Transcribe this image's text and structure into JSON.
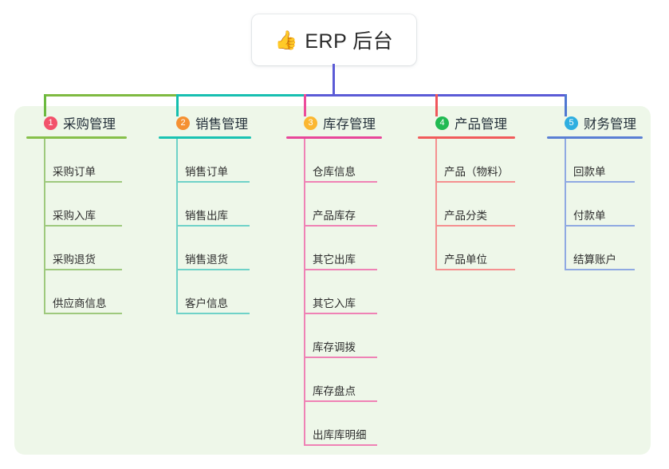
{
  "root": {
    "icon": "thumbs-up-icon",
    "icon_glyph": "👍",
    "title": "ERP 后台"
  },
  "theme": {
    "panel_bg": "#eef7e9",
    "page_bg": "#ffffff",
    "root_stem": "#5b5bd6",
    "trunk_left": "#7fba41",
    "trunk_mid": "#17bfb0",
    "trunk_right": "#5b5bd6"
  },
  "columns": [
    {
      "index": "1",
      "title": "采购管理",
      "badge_color": "#f2526b",
      "line_color": "#86c04a",
      "rule_color": "#9ec97d",
      "drop_color": "#6cba3f",
      "items": [
        "采购订单",
        "采购入库",
        "采购退货",
        "供应商信息"
      ]
    },
    {
      "index": "2",
      "title": "销售管理",
      "badge_color": "#f59032",
      "line_color": "#19c3b2",
      "rule_color": "#6fd2c8",
      "drop_color": "#14bfae",
      "items": [
        "销售订单",
        "销售出库",
        "销售退货",
        "客户信息"
      ]
    },
    {
      "index": "3",
      "title": "库存管理",
      "badge_color": "#fbb731",
      "line_color": "#e8469a",
      "rule_color": "#ef82b5",
      "drop_color": "#ec4b9b",
      "items": [
        "仓库信息",
        "产品库存",
        "其它出库",
        "其它入库",
        "库存调拨",
        "库存盘点",
        "出库库明细"
      ]
    },
    {
      "index": "4",
      "title": "产品管理",
      "badge_color": "#21ba52",
      "line_color": "#f15b5b",
      "rule_color": "#f59090",
      "drop_color": "#f0565b",
      "items": [
        "产品（物料）",
        "产品分类",
        "产品单位"
      ]
    },
    {
      "index": "5",
      "title": "财务管理",
      "badge_color": "#2eaee0",
      "line_color": "#5a7fd4",
      "rule_color": "#8fa9e2",
      "drop_color": "#4f78d1",
      "items": [
        "回款单",
        "付款单",
        "结算账户"
      ]
    }
  ]
}
